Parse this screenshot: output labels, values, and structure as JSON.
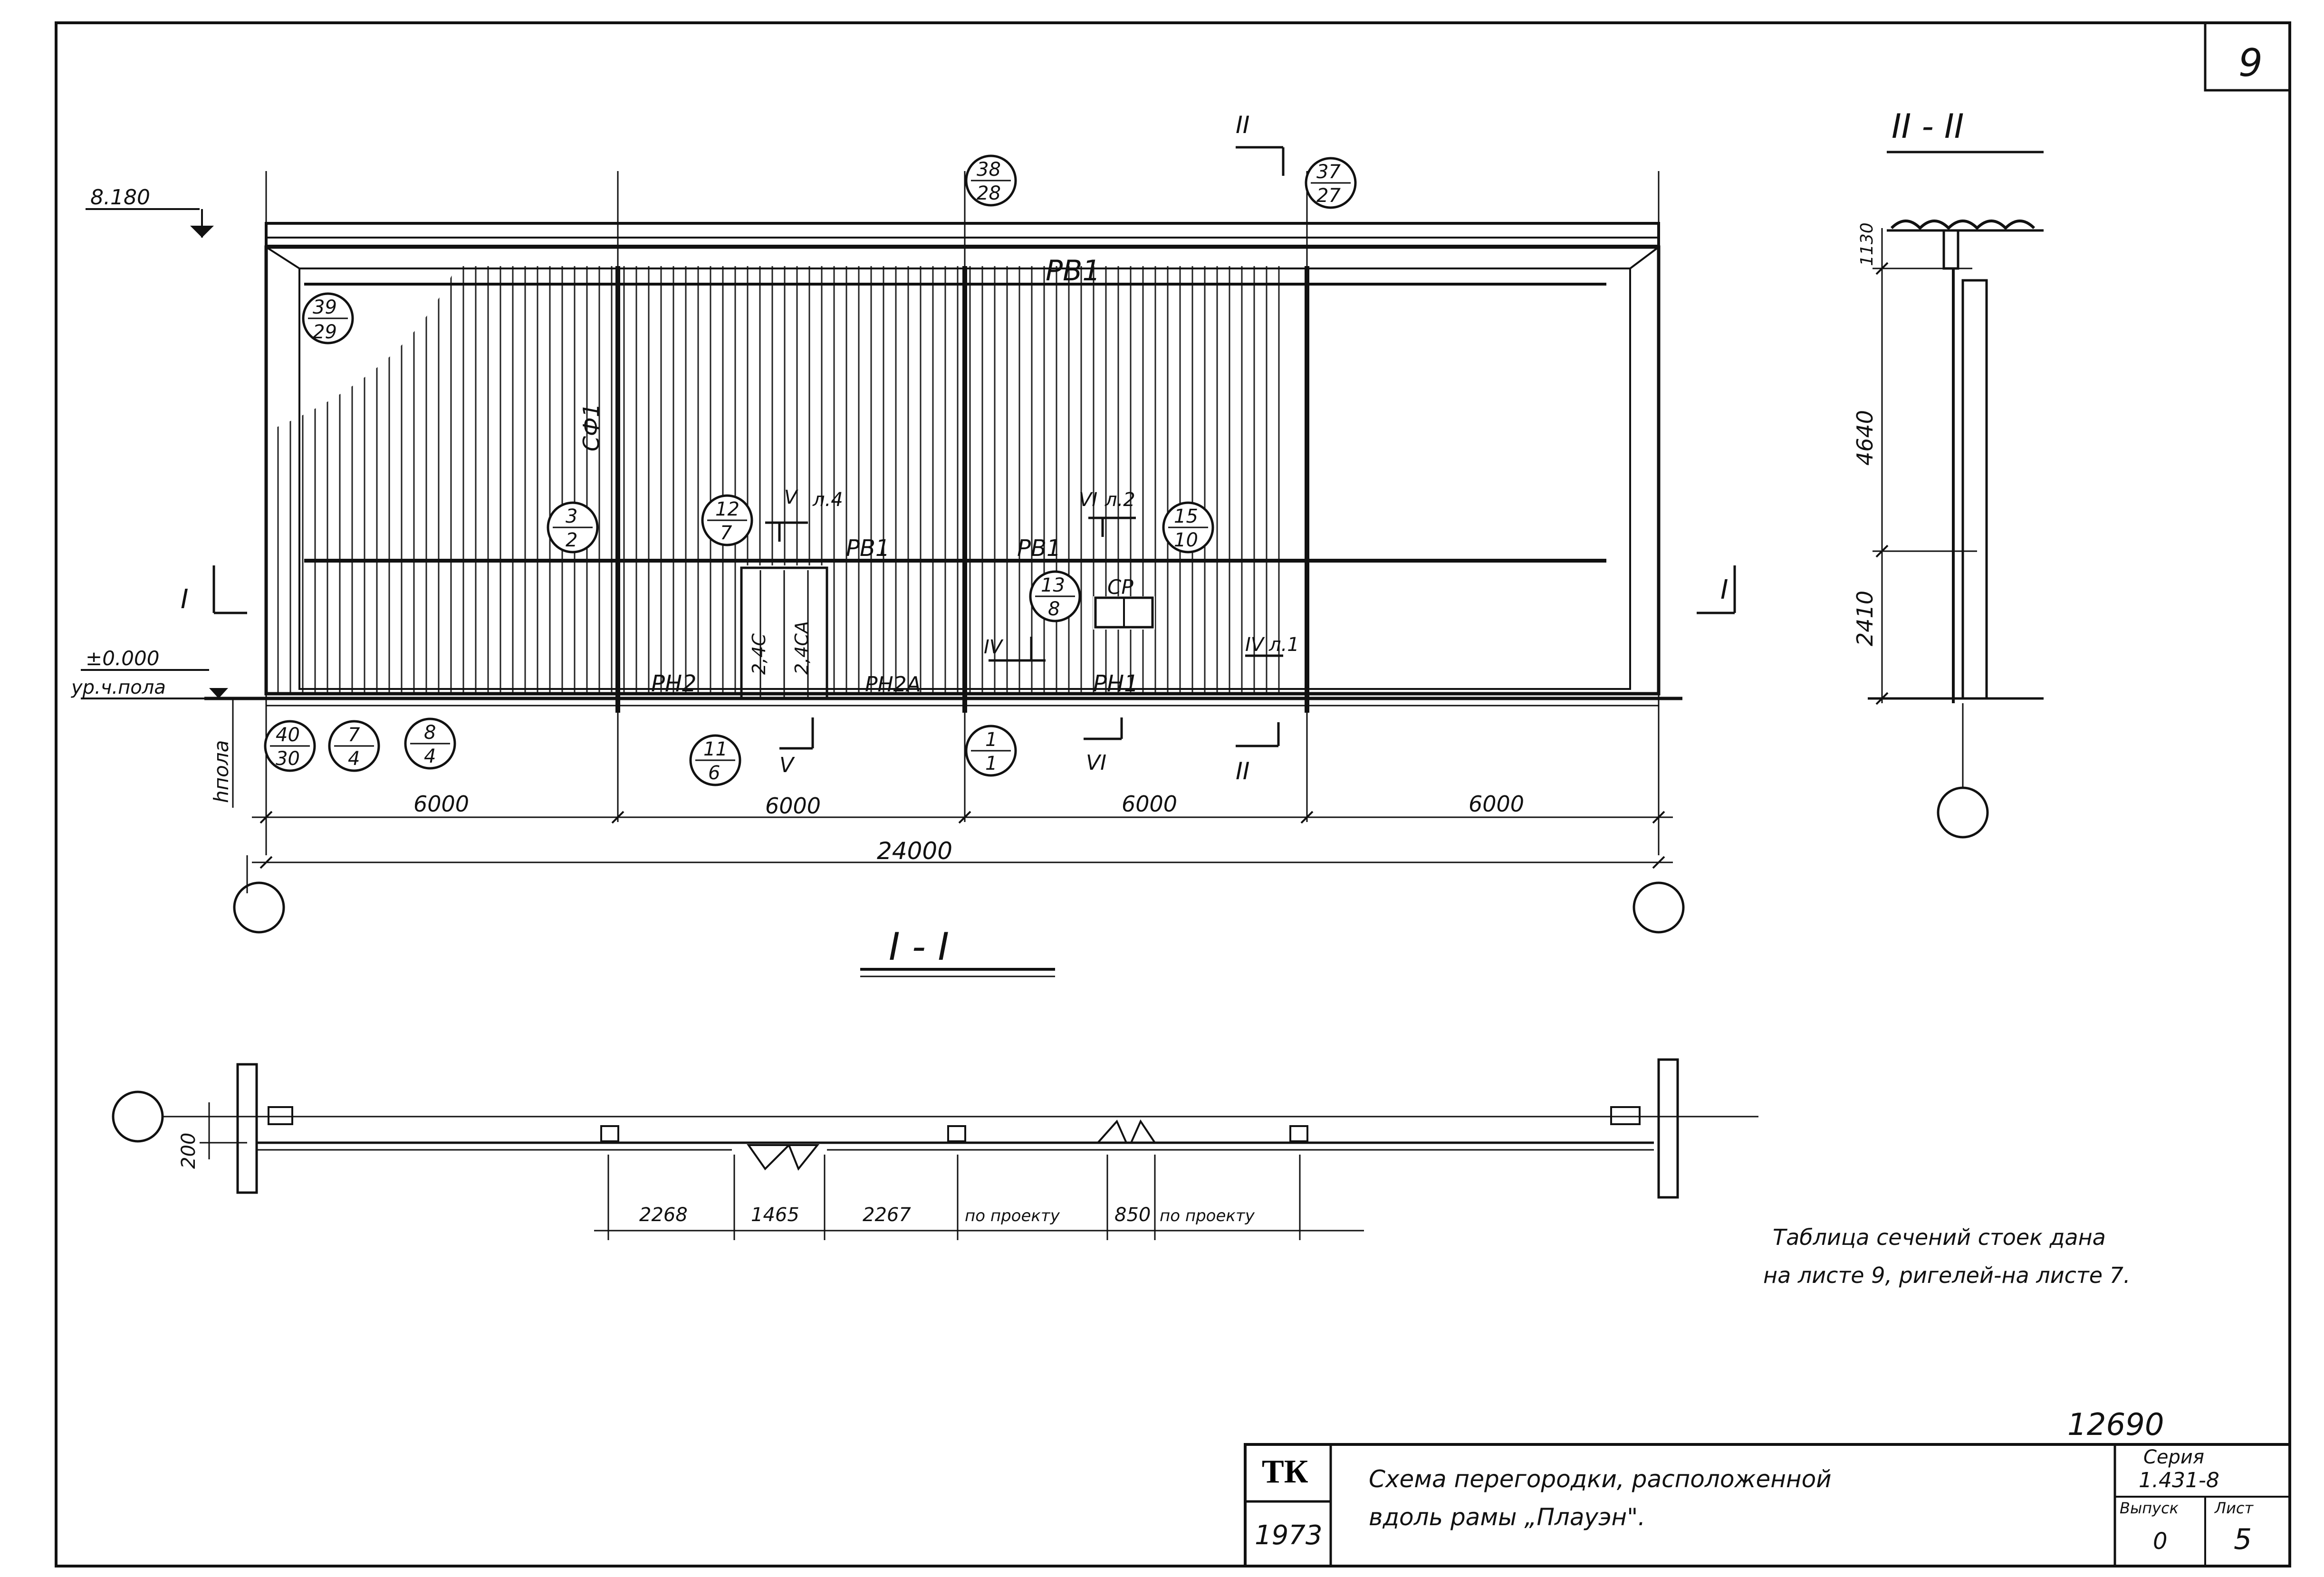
{
  "sheet_number": "9",
  "sections": {
    "ii_title": "II - II",
    "i_title": "I - I",
    "cut_ii": "II",
    "cut_i": "I",
    "cut_v": "V",
    "cut_vi": "VI",
    "cut_iv": "IV"
  },
  "elevation": {
    "level_top": "8.180",
    "level_zero": "±0.000",
    "level_floor_label": "ур.ч.пола",
    "floor_height_label": "hпола",
    "panel_top": "РВ1",
    "panel_mid_1": "РВ1",
    "panel_mid_2": "РВ1",
    "column_label": "СФ1",
    "panel_bottom_1": "РН2",
    "panel_bottom_2": "РН2А",
    "panel_bottom_3": "РН1",
    "door_1": "2,4С",
    "door_2": "2,4СА",
    "window": "СР",
    "note_1": "л.4",
    "note_2": "л.2",
    "note_3": "л.1"
  },
  "callouts": [
    {
      "top": "39",
      "bottom": "29"
    },
    {
      "top": "38",
      "bottom": "28"
    },
    {
      "top": "37",
      "bottom": "27"
    },
    {
      "top": "3",
      "bottom": "2"
    },
    {
      "top": "12",
      "bottom": "7"
    },
    {
      "top": "15",
      "bottom": "10"
    },
    {
      "top": "13",
      "bottom": "8"
    },
    {
      "top": "40",
      "bottom": "30"
    },
    {
      "top": "7",
      "bottom": "4"
    },
    {
      "top": "8",
      "bottom": "4"
    },
    {
      "top": "11",
      "bottom": "6"
    },
    {
      "top": "1",
      "bottom": "1"
    }
  ],
  "dimensions": {
    "bay_1": "6000",
    "bay_2": "6000",
    "bay_3": "6000",
    "bay_4": "6000",
    "total": "24000",
    "h_top": "1130",
    "h_mid": "4640",
    "h_low": "2410",
    "plan_thickness": "200",
    "plan_1": "2268",
    "plan_2": "1465",
    "plan_3": "2267",
    "plan_4": "по проекту",
    "plan_5": "850",
    "plan_6": "по проекту"
  },
  "note": {
    "line_1": "Таблица сечений стоек дана",
    "line_2": "на листе 9, ригелей-на листе 7."
  },
  "drawing_number": "12690",
  "title_block": {
    "org": "ТК",
    "year": "1973",
    "title_line_1": "Схема перегородки, расположенной",
    "title_line_2": "вдоль рамы „Плауэн\".",
    "series_label": "Серия",
    "series_value": "1.431-8",
    "issue_label": "Выпуск",
    "issue_value": "0",
    "sheet_label": "Лист",
    "sheet_value": "5"
  },
  "colors": {
    "ink": "#111111",
    "paper": "#ffffff"
  }
}
